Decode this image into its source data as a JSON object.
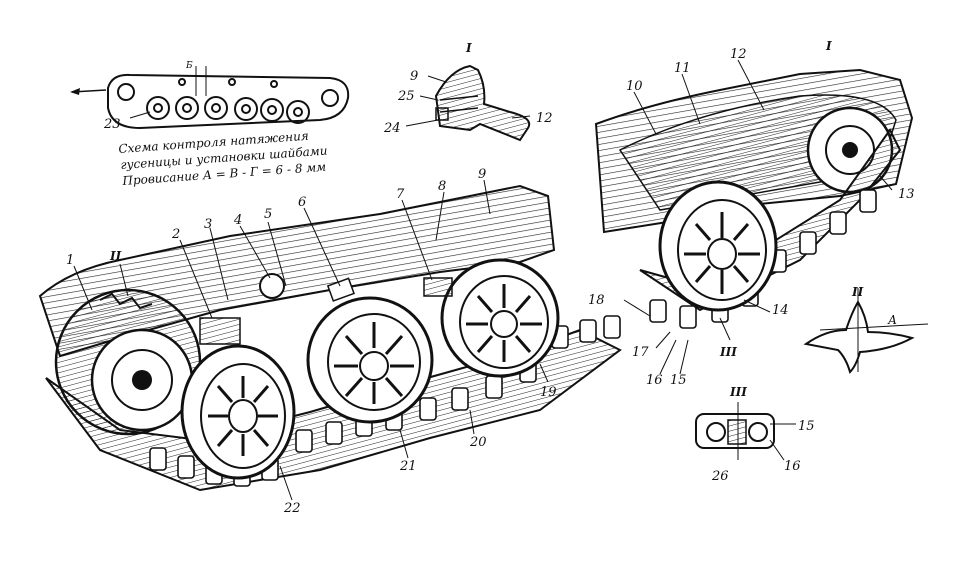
{
  "caption": {
    "line1": "Схема  контроля  натяжения",
    "line2": "гусеницы  и  установки  шайбами",
    "line3": "Провисание   А = В - Г = 6 - 8 мм"
  },
  "roman_markers": {
    "I_top": "I",
    "I_right": "I",
    "II": "II",
    "III": "III",
    "III_detail": "III"
  },
  "detail_letter": "А",
  "callouts": [
    "1",
    "2",
    "3",
    "4",
    "5",
    "6",
    "7",
    "8",
    "9",
    "10",
    "11",
    "12",
    "13",
    "14",
    "15",
    "16",
    "17",
    "18",
    "19",
    "20",
    "21",
    "22",
    "23",
    "24",
    "25",
    "26"
  ],
  "detail_I_labels": {
    "a": "9",
    "b": "25",
    "c": "24",
    "d": "12"
  },
  "detail_III_labels": {
    "a": "15",
    "b": "26",
    "c": "16"
  },
  "left_main_labels": {
    "n17": "17",
    "n16": "16",
    "n15": "15"
  },
  "stroke_color": "#1a1a1a"
}
